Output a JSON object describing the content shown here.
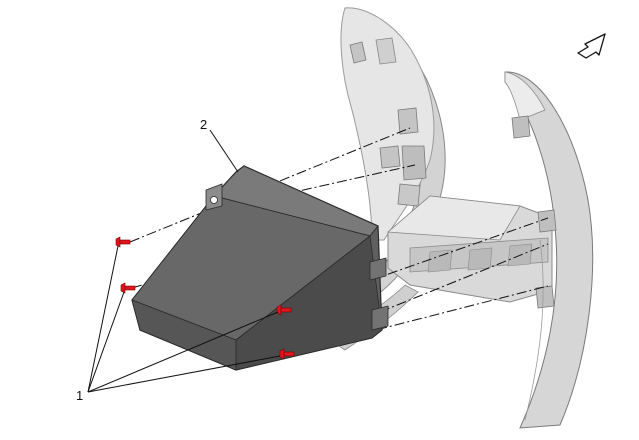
{
  "callouts": [
    {
      "id": "1",
      "text": "1"
    },
    {
      "id": "2",
      "text": "2"
    }
  ],
  "icons": {
    "direction_arrow": "front-direction-arrow-icon",
    "fastener": "push-pin-clip-icon"
  },
  "colors": {
    "background": "#ffffff",
    "panel_light": "#e4e4e4",
    "panel_mid": "#c9c9c9",
    "panel_dark": "#9a9a9a",
    "duct_dark": "#4f4f4f",
    "duct_mid": "#6b6b6b",
    "fastener": "#e0141e",
    "line": "#111111"
  }
}
